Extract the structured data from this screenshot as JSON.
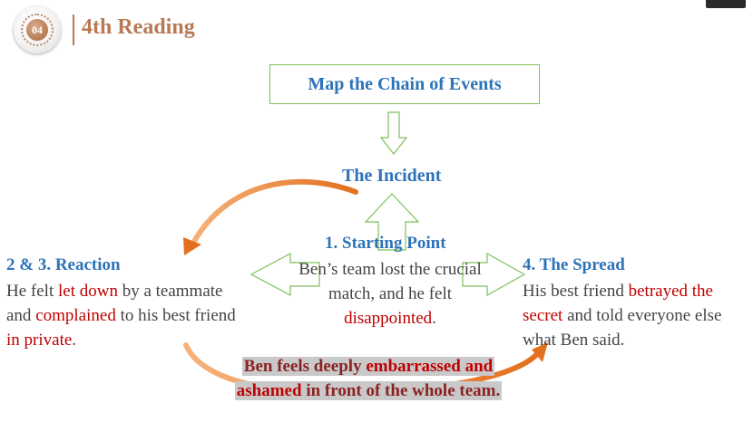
{
  "header": {
    "badge_number": "04",
    "title": "4th Reading"
  },
  "map_box": {
    "label": "Map the Chain of Events"
  },
  "incident": {
    "label": "The Incident"
  },
  "starting_point": {
    "heading": "1. Starting Point",
    "line1": "Ben’s team lost the crucial",
    "line2": "match, and he felt",
    "line3_red": "disappointed",
    "line3_tail": "."
  },
  "reaction": {
    "heading": "2 & 3. Reaction",
    "l1_a": "He felt ",
    "l1_red": "let down",
    "l1_b": " by a teammate",
    "l2_a": "and ",
    "l2_red": "complained",
    "l2_b": " to his best friend",
    "l3_red": "in private",
    "l3_tail": "."
  },
  "spread": {
    "heading": "4. The Spread",
    "l1_a": "His best friend ",
    "l1_red": "betrayed the",
    "l2_red": "secret",
    "l2_b": " and told everyone else",
    "l3": "what Ben said."
  },
  "conclusion": {
    "l1_a": "Ben feels deeply ",
    "l1_red": "embarrassed and",
    "l2_red": "ashamed",
    "l2_b": " in front of the whole team."
  },
  "colors": {
    "title_brown": "#b77a55",
    "heading_blue": "#2e73b8",
    "arrow_green": "#7fbf5a",
    "arrow_orange": "#e8822e",
    "emphasis_red": "#c00000"
  }
}
